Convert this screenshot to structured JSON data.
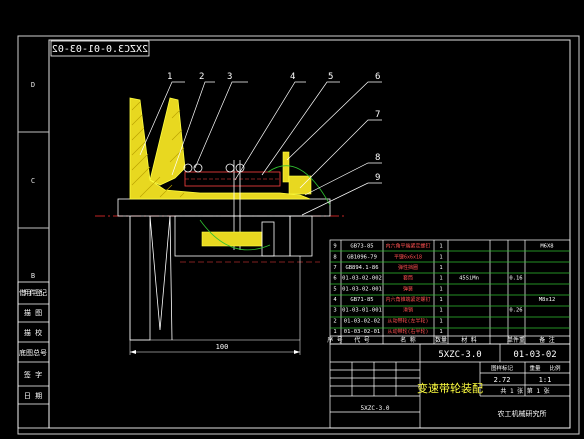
{
  "drawing": {
    "mirrored_code": "2XZC3.0-01-03-02",
    "zone_letters": [
      "D",
      "C",
      "B"
    ],
    "side_labels": [
      "借用件登记",
      "描  图",
      "描  校",
      "底图总号",
      "签  字",
      "日  期"
    ],
    "balloons": [
      "1",
      "2",
      "3",
      "4",
      "5",
      "6",
      "7",
      "8",
      "9"
    ],
    "dimension": "100"
  },
  "bom": {
    "rows": [
      {
        "no": "9",
        "code": "GB73-85",
        "name": "内六角平端紧定螺钉",
        "qty": "1",
        "material": "",
        "weight": "",
        "remark": "M6X8"
      },
      {
        "no": "8",
        "code": "GB1096-79",
        "name": "平键6x6x18",
        "qty": "1",
        "material": "",
        "weight": "",
        "remark": ""
      },
      {
        "no": "7",
        "code": "GB894.1-86",
        "name": "弹性挡圈",
        "qty": "1",
        "material": "",
        "weight": "",
        "remark": ""
      },
      {
        "no": "6",
        "code": "01-03-02-002",
        "name": "套筒",
        "qty": "1",
        "material": "45SiMn",
        "weight": "0.16",
        "remark": ""
      },
      {
        "no": "5",
        "code": "01-03-02-001",
        "name": "弹簧",
        "qty": "1",
        "material": "",
        "weight": "",
        "remark": ""
      },
      {
        "no": "4",
        "code": "GB71-85",
        "name": "内六角锥端紧定螺钉",
        "qty": "1",
        "material": "",
        "weight": "",
        "remark": "M8x12"
      },
      {
        "no": "3",
        "code": "01-03-01-001",
        "name": "滑销",
        "qty": "1",
        "material": "",
        "weight": "0.26",
        "remark": ""
      },
      {
        "no": "2",
        "code": "01-03-02-02",
        "name": "从动带轮(左半轮)",
        "qty": "1",
        "material": "",
        "weight": "",
        "remark": ""
      },
      {
        "no": "1",
        "code": "01-03-02-01",
        "name": "从动带轮(右半轮)",
        "qty": "1",
        "material": "",
        "weight": "",
        "remark": ""
      }
    ],
    "headers": {
      "no": "序 号",
      "code": "代    号",
      "name": "名    称",
      "qty": "数量",
      "material": "材    料",
      "weight": "单件重",
      "remark": "备  注"
    }
  },
  "title_block": {
    "model": "5XZC-3.0",
    "drawing_no": "01-03-02",
    "title": "变速带轮装配",
    "labels": [
      "图样标记",
      "重量",
      "比例"
    ],
    "weight": "2.72",
    "scale": "1:1",
    "sheet": "共 1 张  第 1 张",
    "company": "农工机械研究所",
    "stamp": "5XZC-3.0"
  }
}
